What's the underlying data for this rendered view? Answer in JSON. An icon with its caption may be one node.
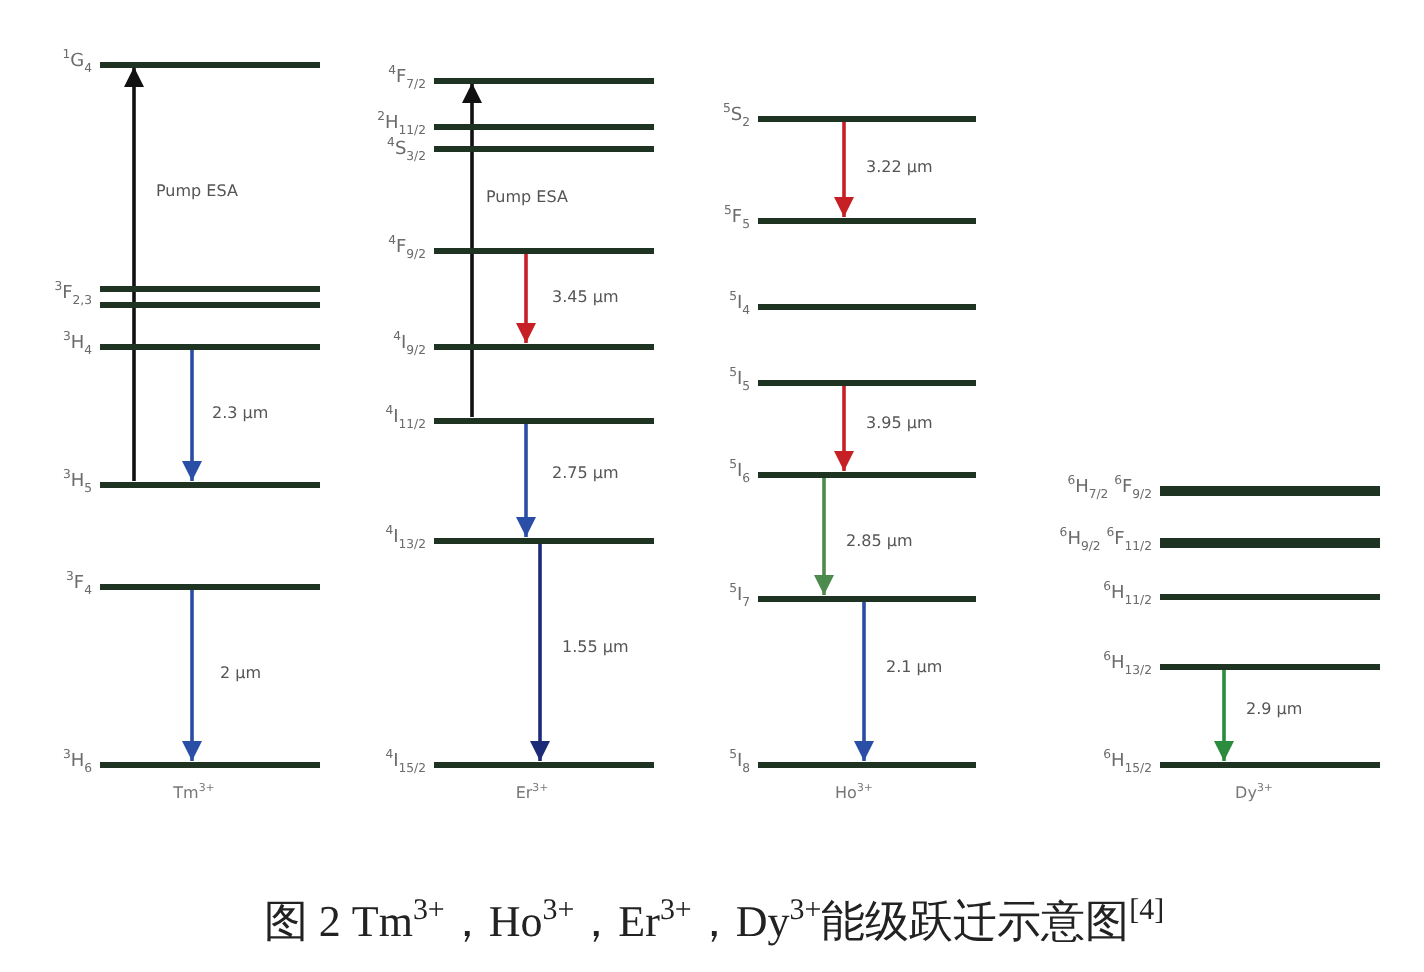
{
  "diagram": {
    "caption": "图 2 Tm$^{3+}$，Ho$^{3+}$，Er$^{3+}$，Dy$^{3+}$能级跃迁示意图$^{[4]}$",
    "nodes": [
      {
        "text": [],
        "shape": "bar",
        "beside": [
          "$^{1}$G$_{4}$"
        ]
      },
      {
        "text": [],
        "shape": "bar",
        "beside": [
          "$^{3}$F$_{2,3}$"
        ]
      },
      {
        "text": [],
        "shape": "bar"
      },
      {
        "text": [],
        "shape": "bar",
        "beside": [
          "$^{3}$H$_{4}$"
        ]
      },
      {
        "text": [],
        "shape": "bar",
        "beside": [
          "$^{3}$H$_{5}$"
        ]
      },
      {
        "text": [],
        "shape": "bar",
        "beside": [
          "$^{3}$F$_{4}$"
        ]
      },
      {
        "text": [],
        "shape": "bar",
        "beside": [
          "$^{3}$H$_{6}$"
        ]
      },
      {
        "text": [],
        "shape": "bar",
        "beside": [
          "$^{4}$F$_{7/2}$"
        ]
      },
      {
        "text": [],
        "shape": "bar",
        "beside": [
          "$^{2}$H$_{11/2}$"
        ]
      },
      {
        "text": [],
        "shape": "bar",
        "beside": [
          "$^{4}$S$_{3/2}$"
        ]
      },
      {
        "text": [],
        "shape": "bar",
        "beside": [
          "$^{4}$F$_{9/2}$"
        ]
      },
      {
        "text": [],
        "shape": "bar",
        "beside": [
          "$^{4}$I$_{9/2}$"
        ]
      },
      {
        "text": [],
        "shape": "bar",
        "beside": [
          "$^{4}$I$_{11/2}$"
        ]
      },
      {
        "text": [],
        "shape": "bar",
        "beside": [
          "$^{4}$I$_{13/2}$"
        ]
      },
      {
        "text": [],
        "shape": "bar",
        "beside": [
          "$^{4}$I$_{15/2}$"
        ]
      },
      {
        "text": [],
        "shape": "bar",
        "beside": [
          "$^{5}$S$_{2}$"
        ]
      },
      {
        "text": [],
        "shape": "bar",
        "beside": [
          "$^{5}$F$_{5}$"
        ]
      },
      {
        "text": [],
        "shape": "bar",
        "beside": [
          "$^{5}$I$_{4}$"
        ]
      },
      {
        "text": [],
        "shape": "bar",
        "beside": [
          "$^{5}$I$_{5}$"
        ]
      },
      {
        "text": [],
        "shape": "bar",
        "beside": [
          "$^{5}$I$_{6}$"
        ]
      },
      {
        "text": [],
        "shape": "bar",
        "beside": [
          "$^{5}$I$_{7}$"
        ]
      },
      {
        "text": [],
        "shape": "bar",
        "beside": [
          "$^{5}$I$_{8}$"
        ]
      },
      {
        "text": [],
        "shape": "bar",
        "beside": [
          "$^{6}$H$_{7/2}$ $^{6}$F$_{9/2}$"
        ]
      },
      {
        "text": [],
        "shape": "bar",
        "beside": [
          "$^{6}$H$_{9/2}$ $^{6}$F$_{11/2}$"
        ]
      },
      {
        "text": [],
        "shape": "bar",
        "beside": [
          "$^{6}$H$_{11/2}$"
        ]
      },
      {
        "text": [],
        "shape": "bar",
        "beside": [
          "$^{6}$H$_{13/2}$"
        ]
      },
      {
        "text": [],
        "shape": "bar",
        "beside": [
          "$^{6}$H$_{15/2}$"
        ]
      }
    ],
    "edges": [
      {
        "from": 4,
        "to": 0,
        "arrow": "to",
        "label": "Pump ESA",
        "color": "#111111"
      },
      {
        "from": 3,
        "to": 4,
        "arrow": "to",
        "label": "2.3 μm"
      },
      {
        "from": 5,
        "to": 6,
        "arrow": "to",
        "label": "2 μm"
      },
      {
        "from": 12,
        "to": 7,
        "arrow": "to",
        "label": "Pump ESA",
        "color": "#111111"
      },
      {
        "from": 10,
        "to": 11,
        "arrow": "to",
        "label": "3.45 μm",
        "color": "#c62026"
      },
      {
        "from": 12,
        "to": 13,
        "arrow": "to",
        "label": "2.75 μm"
      },
      {
        "from": 13,
        "to": 14,
        "arrow": "to",
        "label": "1.55 μm",
        "color": "#1d2a78"
      },
      {
        "from": 15,
        "to": 16,
        "arrow": "to",
        "label": "3.22 μm",
        "color": "#c62026"
      },
      {
        "from": 18,
        "to": 19,
        "arrow": "to",
        "label": "3.95 μm",
        "color": "#c62026"
      },
      {
        "from": 19,
        "to": 20,
        "arrow": "to",
        "label": "2.85 μm",
        "color": "#4d8a4d"
      },
      {
        "from": 20,
        "to": 21,
        "arrow": "to",
        "label": "2.1 μm"
      },
      {
        "from": 25,
        "to": 26,
        "arrow": "to",
        "label": "2.9 μm",
        "color": "#2b8c3e"
      }
    ],
    "labels": [
      "Tm$^{3+}$",
      "Er$^{3+}$",
      "Ho$^{3+}$",
      "Dy$^{3+}$"
    ]
  }
}
